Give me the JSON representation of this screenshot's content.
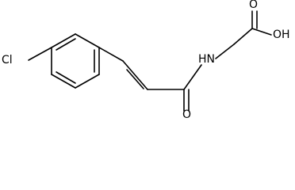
{
  "structure": {
    "labels": {
      "chlorine": "Cl",
      "amide_nitrogen": "HN",
      "carbonyl_oxygen": "O",
      "acid_carbonyl_oxygen": "O",
      "hydroxyl": "OH"
    },
    "colors": {
      "bond": "#000000",
      "text": "#000000",
      "background": "#ffffff"
    }
  }
}
